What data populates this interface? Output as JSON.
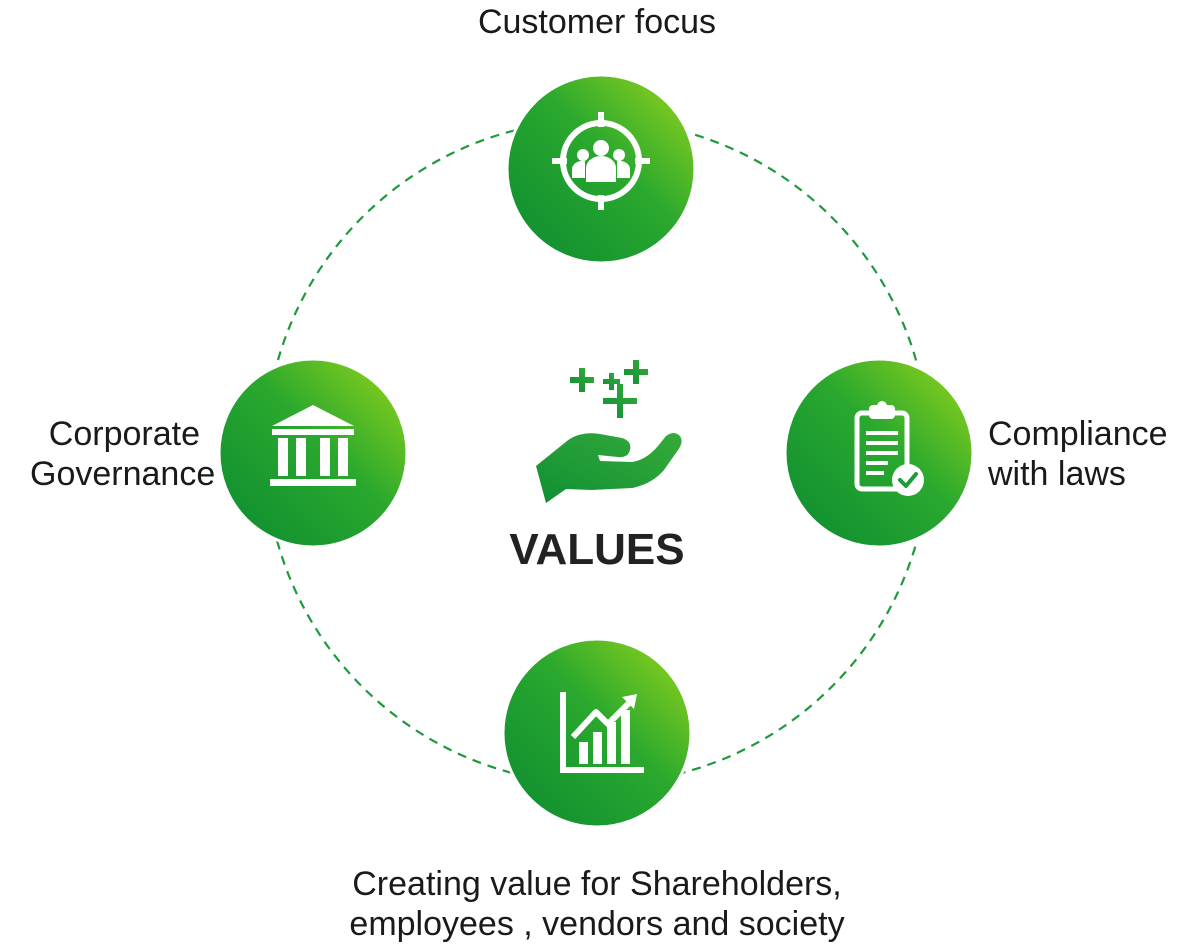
{
  "center": {
    "title": "VALUES",
    "icon": "hand-plus-icon"
  },
  "nodes": {
    "top": {
      "icon": "customer-target-icon",
      "lines": [
        "Customer focus"
      ]
    },
    "right": {
      "icon": "clipboard-check-icon",
      "lines": [
        "Compliance",
        "with laws"
      ]
    },
    "bottom": {
      "icon": "growth-chart-icon",
      "lines": [
        "Creating value for Shareholders,",
        "employees , vendors and society"
      ]
    },
    "left": {
      "icon": "bank-building-icon",
      "lines": [
        "Corporate",
        "Governance"
      ]
    }
  },
  "colors": {
    "green_dark": "#0b8a32",
    "green_light": "#8fd41a",
    "ring": "#1e9a3c",
    "text": "#1a1a1a"
  }
}
